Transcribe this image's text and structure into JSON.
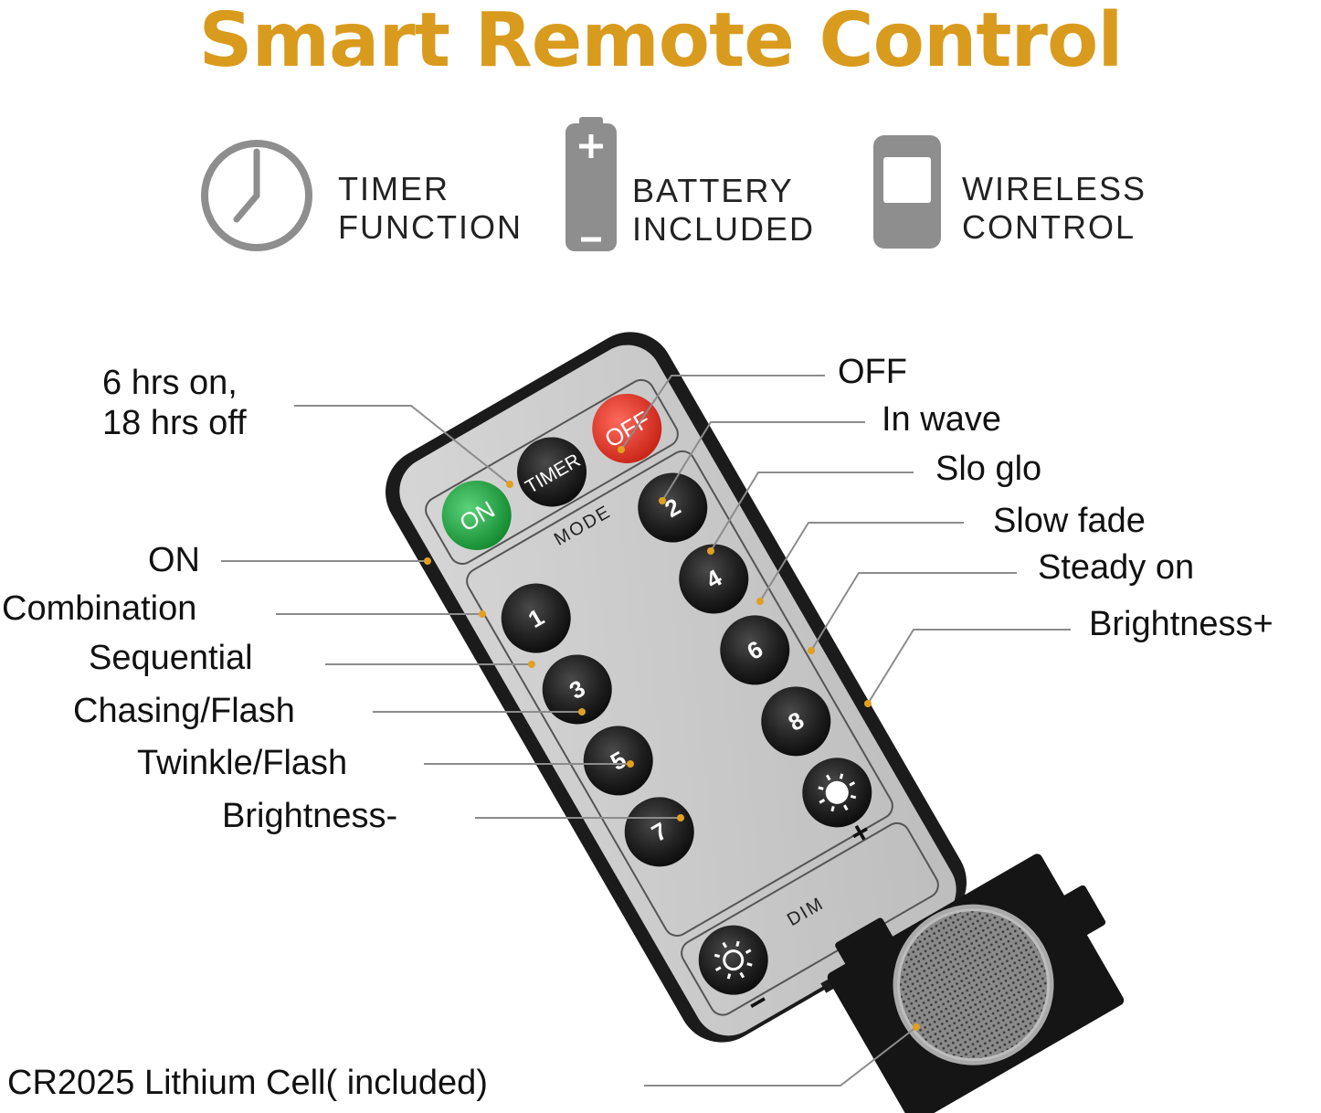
{
  "title": "Smart Remote Control",
  "features": [
    {
      "icon": "clock-icon",
      "line1": "TIMER",
      "line2": "FUNCTION"
    },
    {
      "icon": "battery-icon",
      "line1": "BATTERY",
      "line2": "INCLUDED"
    },
    {
      "icon": "remote-icon",
      "line1": "WIRELESS",
      "line2": "CONTROL"
    }
  ],
  "remote": {
    "buttons": {
      "timer": "TIMER",
      "off": "OFF",
      "on": "ON",
      "mode": "MODE",
      "dim": "DIM",
      "numbers": [
        "1",
        "2",
        "3",
        "4",
        "5",
        "6",
        "7",
        "8"
      ],
      "plus": "+",
      "minus": "−"
    }
  },
  "labels": {
    "left": {
      "timer_line1": "6 hrs on,",
      "timer_line2": "18 hrs off",
      "on": "ON",
      "combination": "Combination",
      "sequential": "Sequential",
      "chasing": "Chasing/Flash",
      "twinkle": "Twinkle/Flash",
      "brightness_minus": "Brightness-"
    },
    "right": {
      "off": "OFF",
      "in_wave": "In wave",
      "slo_glo": "Slo glo",
      "slow_fade": "Slow fade",
      "steady_on": "Steady on",
      "brightness_plus": "Brightness+"
    },
    "battery": "CR2025 Lithium Cell( included)"
  },
  "colors": {
    "title": "#d99b1e",
    "icon_gray": "#8e8e8e",
    "remote_body": "#1b1b1b",
    "remote_face": "#c9c9c9",
    "button_black": "#1e1e1e",
    "button_red": "#e53a2f",
    "button_green": "#25a043",
    "dot_orange": "#e0a020"
  }
}
